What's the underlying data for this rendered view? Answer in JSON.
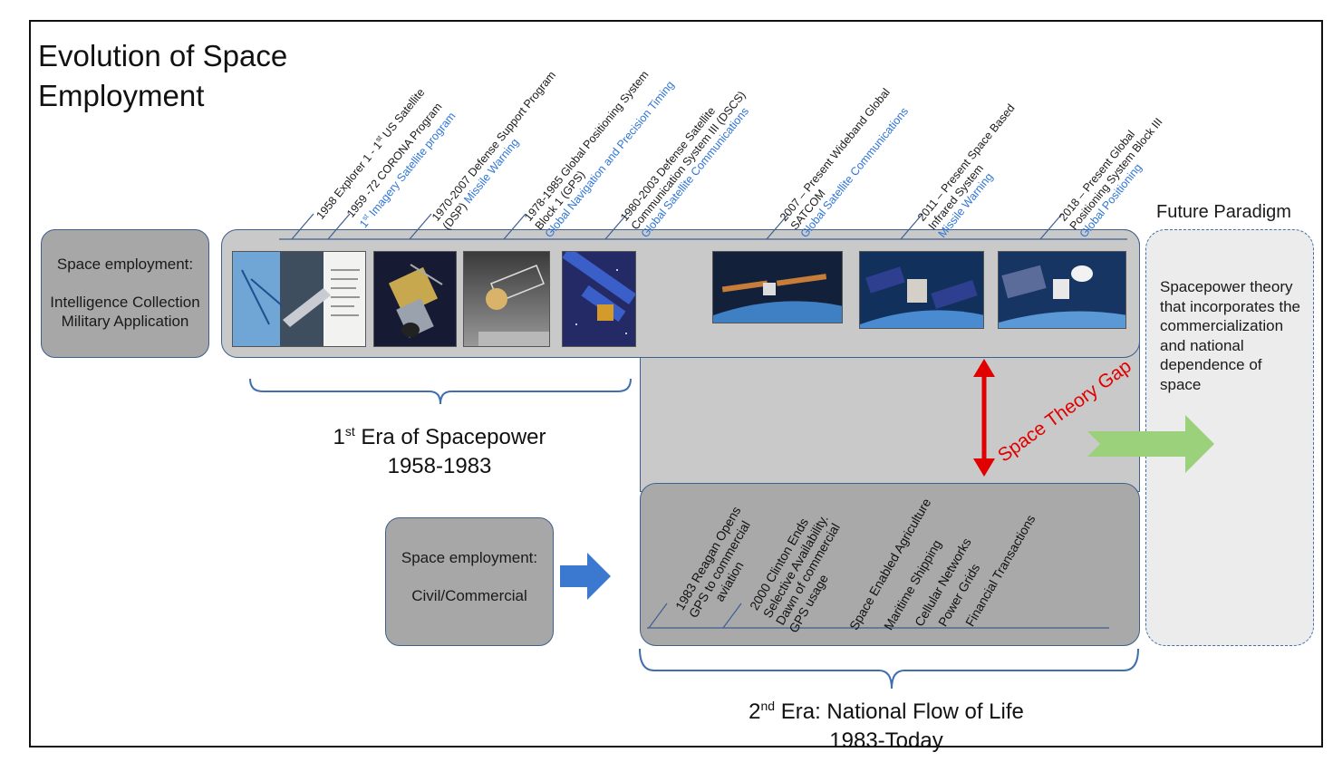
{
  "title": {
    "line1": "Evolution of Space",
    "line2": "Employment"
  },
  "side_box_1": {
    "heading": "Space employment:",
    "line1": "Intelligence Collection",
    "line2": "Military Application"
  },
  "side_box_2": {
    "heading": "Space employment:",
    "line1": "Civil/Commercial"
  },
  "future": {
    "title": "Future Paradigm",
    "text": "Spacepower theory that incorporates the commercialization and national dependence of space"
  },
  "era1": {
    "prefix": "1",
    "sup": "st",
    "suffix": " Era of Spacepower",
    "years": "1958-1983"
  },
  "era2": {
    "prefix": "2",
    "sup": "nd",
    "suffix": " Era: National Flow of Life",
    "years": "1983-Today"
  },
  "gap_label": "Space Theory Gap",
  "top_timeline": [
    {
      "text": "1958 Explorer 1 - 1",
      "sup": "st",
      "text2": " US Satellite"
    },
    {
      "text": "1959 -72 CORONA Program",
      "blue_pre": "1",
      "blue_sup": "st",
      "blue": " Imagery Satellite program"
    },
    {
      "text": "1970-2007 Defense Support Program",
      "text_b": "(DSP) ",
      "blue": "Missile Warning"
    },
    {
      "text": "1978-1985 Global Positioning System",
      "text_b": "Block 1 (GPS)",
      "blue": "Global Navigation and Precision Timing"
    },
    {
      "text": "1980-2003 Defense Satellite",
      "text_b": "Communication System III (DSCS)",
      "blue": "Global Satellite Communications"
    },
    {
      "text": "2007 – Present Wideband Global",
      "text_b": "SATCOM",
      "blue": "Global Satellite Communications"
    },
    {
      "text": "2011 – Present Space Based",
      "text_b": "Infrared System",
      "blue": "Missile Warning"
    },
    {
      "text": "2018 – Present Global",
      "text_b": "Positioning System Block III",
      "blue": "Global Positioning"
    }
  ],
  "bottom_timeline": [
    {
      "l1": "1983 Reagan Opens",
      "l2": "GPS to commercial",
      "l3": "aviation"
    },
    {
      "l1": "2000 Clinton Ends",
      "l2": "Selective Availability.",
      "l3": "Dawn of commercial",
      "l4": "GPS usage"
    },
    {
      "l1": "Space Enabled Agriculture"
    },
    {
      "l1": "Maritime Shipping"
    },
    {
      "l1": "Cellular Networks"
    },
    {
      "l1": "Power Grids"
    },
    {
      "l1": "Financial Transactions"
    }
  ],
  "images": [
    {
      "name": "explorer-1-image",
      "bg": "#7fb0d8"
    },
    {
      "name": "corona-image",
      "bg": "#1c1f38"
    },
    {
      "name": "dsp-image",
      "bg": "#5a5a5a"
    },
    {
      "name": "gps-block-1-image",
      "bg": "#2a2a66"
    },
    {
      "name": "wgs-image",
      "bg": "#1a2c4a"
    },
    {
      "name": "sbirs-image",
      "bg": "#18345a"
    },
    {
      "name": "gps-iii-image",
      "bg": "#1a3760"
    }
  ],
  "colors": {
    "blue_text": "#2e75d6",
    "gap_arrow": "#e00000",
    "future_arrow": "#9bd17a",
    "civil_arrow": "#3b78d0",
    "brace": "#3f6fae"
  }
}
